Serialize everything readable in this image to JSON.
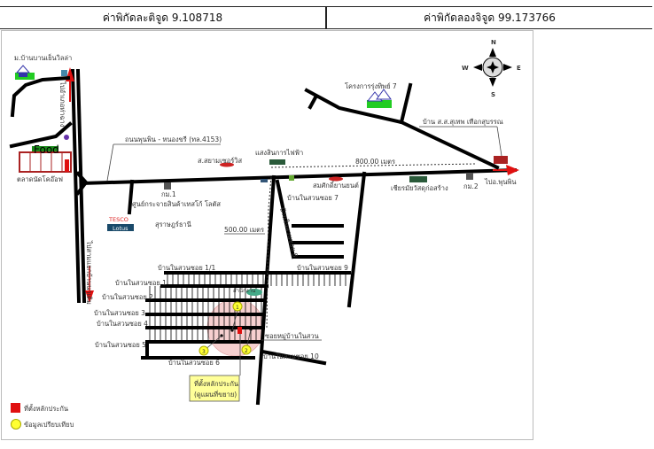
{
  "header": {
    "latitude_label": "ค่าพิกัดละติจูด 9.108718",
    "longitude_label": "ค่าพิกัดลองจิจูด 99.173766"
  },
  "map": {
    "compass": {
      "n": "N",
      "s": "S",
      "e": "E",
      "w": "W"
    },
    "labels": {
      "village_yen_villa": "ม.บ้านบานเย็นวิลล่า",
      "to_tha_chang": "ไปอำเภอท่าฉาง",
      "food_sign": "Food",
      "market": "ตลาดนัดโคอ๊อฟ",
      "main_road": "ถนนพุนพิน - หนองขรี (ทล.4153)",
      "siam_auto": "ส.สยามเซอร์วิส",
      "electric_shop": "แสงสินการไฟฟ้า",
      "km1": "กม.1",
      "distribution_center": "ศูนย์กระจายสินค้าเทสโก้ โลตัส",
      "surat": "สุราษฎร์ธานี",
      "tesco": "TESCO",
      "lotus": "Lotus",
      "to_junction": "ไปสามแยกบ้านนาเดิม",
      "project_rungthip": "โครงการรุ่งทิพย์ 7",
      "house_label": "บ้าน ส.ส.สุเทพ เทือกสุบรรณ",
      "dist_800": "800.00 เมตร",
      "somsak_auto": "สมศักดิ์ยานยนต์",
      "chiang_construction": "เชียรมัยวัสดุก่อสร้าง",
      "km2": "กม.2",
      "to_phunphin": "ไปอ.พุนพิน",
      "soi7": "บ้านในสวนซอย 7",
      "soi8": "บ้านในสวนซอย 8",
      "dist_500": "500.00 เมตร",
      "soi9": "บ้านในสวนซอย 9",
      "soi1_1": "บ้านในสวนซอย 1/1",
      "soi1": "บ้านในสวนซอย 1",
      "soi2": "บ้านในสวนซอย 2",
      "soi3": "บ้านในสวนซอย 3",
      "soi4": "บ้านในสวนซอย 4",
      "soi5": "บ้านในสวนซอย 5",
      "soi6": "บ้านในสวนซอย 6",
      "soi10": "บ้านในสวนซอย 10",
      "office": "สำนักงาน",
      "village_entry": "ซอยหมู่บ้านในสวน",
      "comp1": "1",
      "comp2": "2",
      "comp3": "3",
      "collateral_box_line1": "ที่ตั้งหลักประกัน",
      "collateral_box_line2": "(ดูแผนที่ขยาย)"
    },
    "legend": [
      {
        "label": "ที่ตั้งหลักประกัน",
        "color": "#e01010",
        "shape": "square"
      },
      {
        "label": "ข้อมูลเปรียบเทียบ",
        "color": "#ffff33",
        "shape": "circle"
      }
    ],
    "colors": {
      "arrow": "#e01010",
      "radius_fill": "#f6d0d0",
      "box": "#ffff99"
    }
  }
}
